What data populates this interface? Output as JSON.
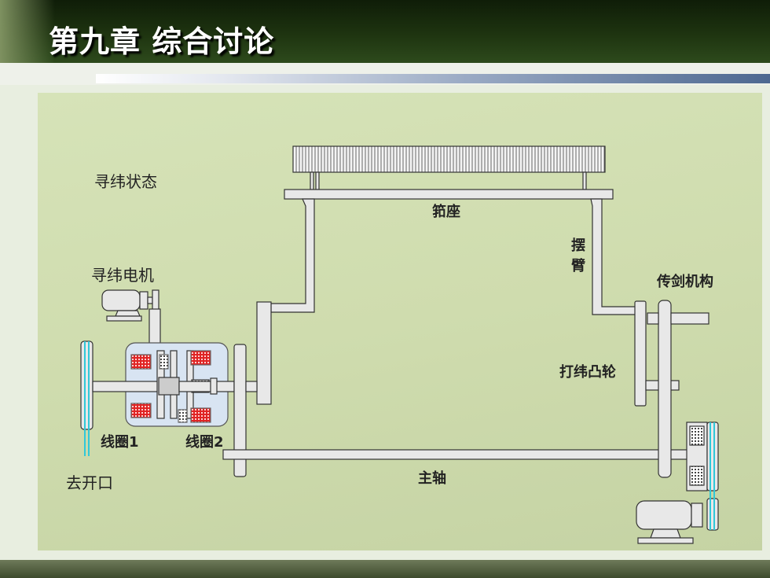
{
  "title": "第九章  综合讨论",
  "labels": {
    "state": "寻纬状态",
    "sley": "筘座",
    "swing_arm_1": "摆",
    "swing_arm_2": "臂",
    "weft_motor": "寻纬电机",
    "rapier_mechanism": "传剑机构",
    "beating_cam": "打纬凸轮",
    "coil_1": "线圈1",
    "coil_2": "线圈2",
    "to_shed": "去开口",
    "main_shaft": "主轴"
  },
  "colors": {
    "header": "#1e3410",
    "panel": "#d0ddb0",
    "part_fill": "#e6e6e6",
    "part_stroke": "#333333",
    "coil_red": "#e02424",
    "belt_cyan": "#30c8d8",
    "housing_blue": "#d8e4f2"
  }
}
